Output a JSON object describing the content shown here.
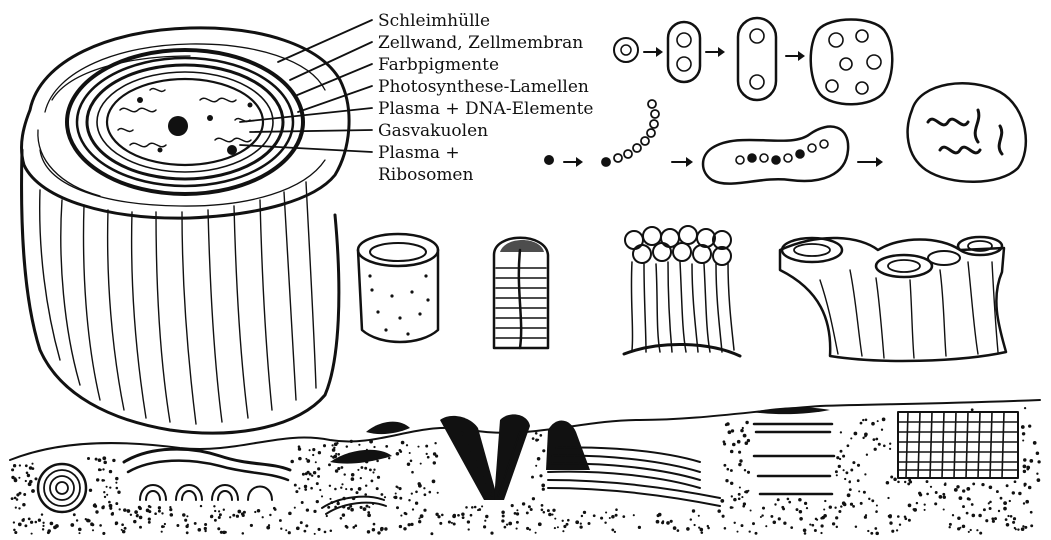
{
  "labels": [
    "Schleimhülle",
    "Zellwand, Zellmembran",
    "Farbpigmente",
    "Photosynthese-Lamellen",
    "Plasma + DNA-Elemente",
    "Gasvakuolen",
    "Plasma +",
    "Ribosomen"
  ],
  "colors": {
    "ink": "#111111",
    "paper": "#ffffff"
  }
}
